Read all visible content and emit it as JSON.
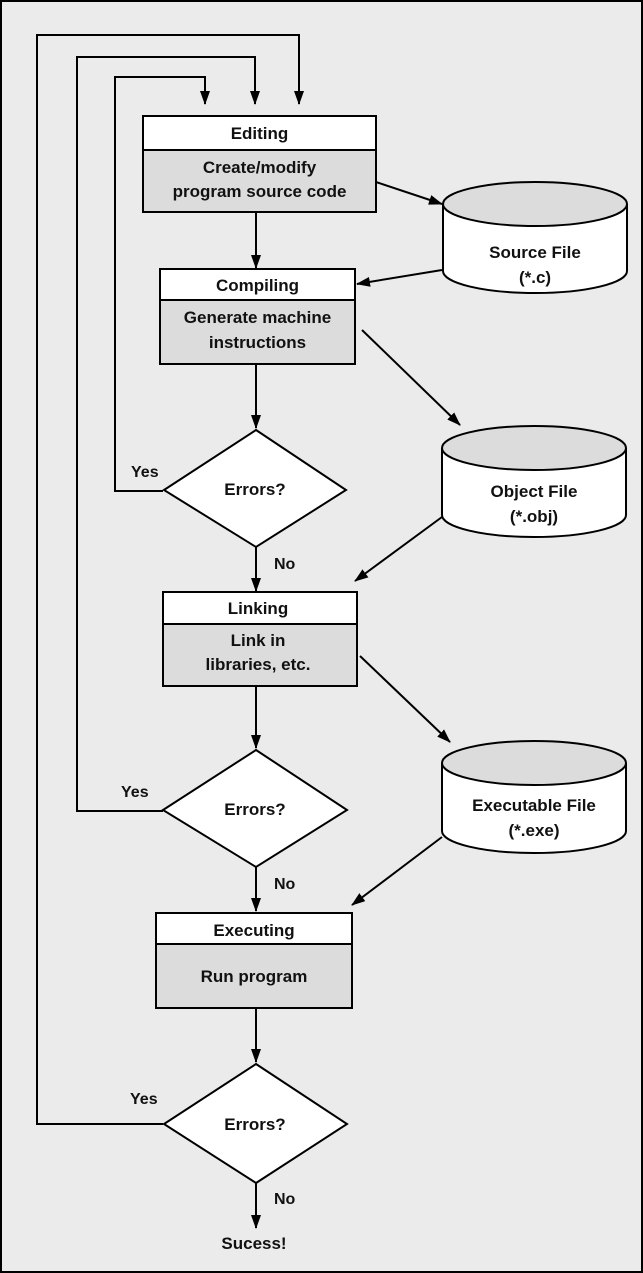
{
  "colors": {
    "background": "#ebebeb",
    "box_header": "#ffffff",
    "box_body": "#dcdcdc",
    "stroke": "#000000"
  },
  "steps": [
    {
      "title": "Editing",
      "lines": [
        "Create/modify",
        "program source code"
      ]
    },
    {
      "title": "Compiling",
      "lines": [
        "Generate machine",
        "instructions"
      ]
    },
    {
      "title": "Linking",
      "lines": [
        "Link in",
        "libraries, etc."
      ]
    },
    {
      "title": "Executing",
      "lines": [
        "Run program"
      ]
    }
  ],
  "files": [
    {
      "lines": [
        "Source File",
        "(*.c)"
      ]
    },
    {
      "lines": [
        "Object File",
        "(*.obj)"
      ]
    },
    {
      "lines": [
        "Executable File",
        "(*.exe)"
      ]
    }
  ],
  "decisions": [
    {
      "label": "Errors?",
      "yes": "Yes",
      "no": "No"
    },
    {
      "label": "Errors?",
      "yes": "Yes",
      "no": "No"
    },
    {
      "label": "Errors?",
      "yes": "Yes",
      "no": "No"
    }
  ],
  "terminal": "Sucess!"
}
